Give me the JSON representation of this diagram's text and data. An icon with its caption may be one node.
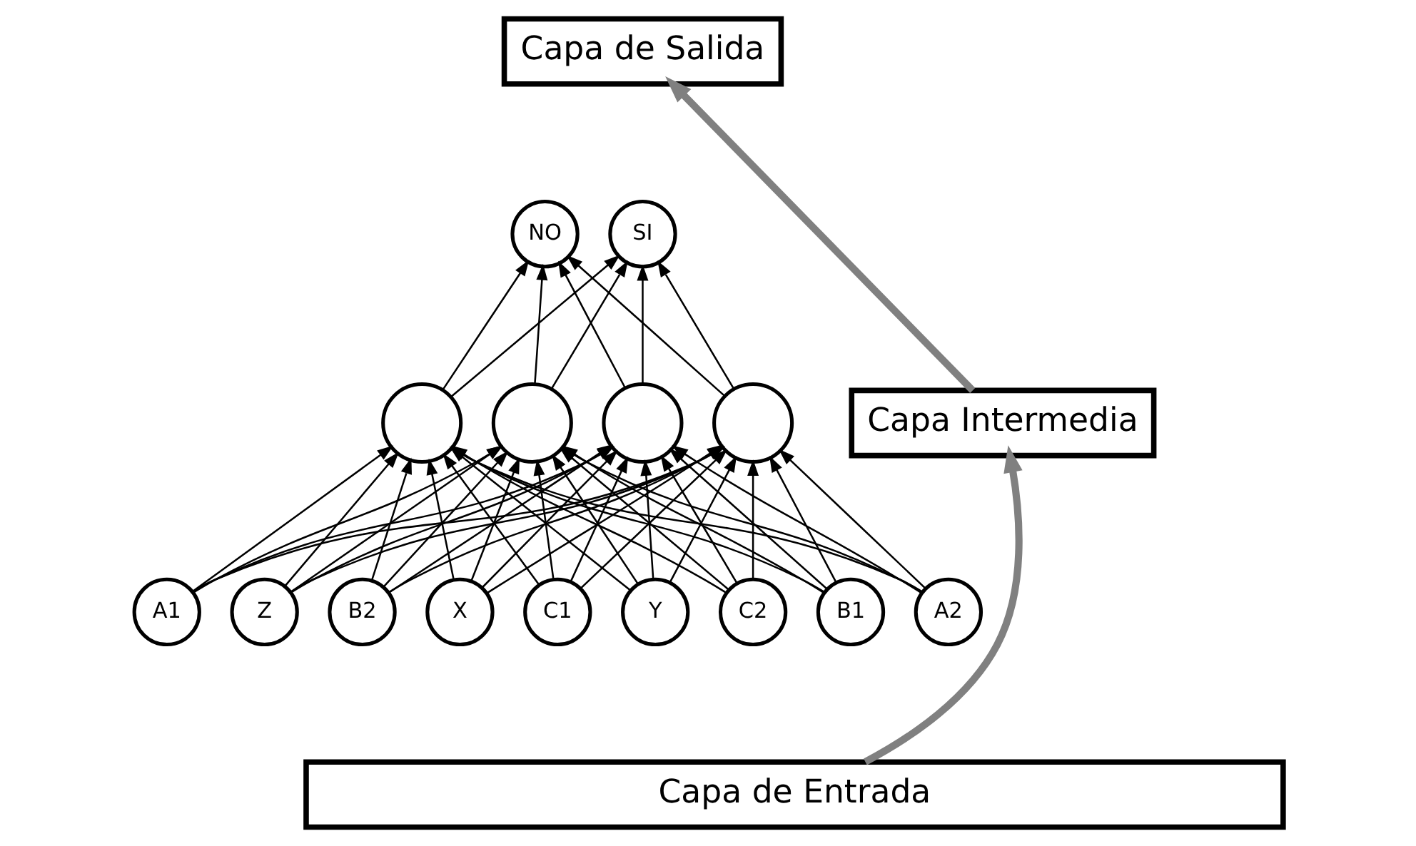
{
  "diagram": {
    "nodes": [
      {
        "text": [
          "Capa de Salida"
        ]
      },
      {
        "text": [
          "SI"
        ]
      },
      {
        "text": [
          "NO"
        ]
      },
      {
        "text": [
          "Capa Intermedia"
        ]
      },
      {
        "text": [],
        "shape": "circle"
      },
      {
        "text": [],
        "shape": "circle"
      },
      {
        "text": [],
        "shape": "circle"
      },
      {
        "text": [],
        "shape": "circle"
      },
      {
        "text": [
          "A1"
        ]
      },
      {
        "text": [
          "Z"
        ]
      },
      {
        "text": [
          "B2"
        ]
      },
      {
        "text": [
          "X"
        ]
      },
      {
        "text": [
          "C1"
        ]
      },
      {
        "text": [
          "Y"
        ]
      },
      {
        "text": [
          "C2"
        ]
      },
      {
        "text": [
          "B1"
        ]
      },
      {
        "text": [
          "A2"
        ]
      },
      {
        "text": [
          "Capa de Entrada"
        ]
      }
    ],
    "edges": [
      {
        "from": 8,
        "to": 4,
        "arrow": "to"
      },
      {
        "from": 8,
        "to": 5,
        "arrow": "to"
      },
      {
        "from": 8,
        "to": 6,
        "arrow": "to"
      },
      {
        "from": 8,
        "to": 7,
        "arrow": "to"
      },
      {
        "from": 9,
        "to": 4,
        "arrow": "to"
      },
      {
        "from": 9,
        "to": 5,
        "arrow": "to"
      },
      {
        "from": 9,
        "to": 6,
        "arrow": "to"
      },
      {
        "from": 9,
        "to": 7,
        "arrow": "to"
      },
      {
        "from": 10,
        "to": 4,
        "arrow": "to"
      },
      {
        "from": 10,
        "to": 5,
        "arrow": "to"
      },
      {
        "from": 10,
        "to": 6,
        "arrow": "to"
      },
      {
        "from": 10,
        "to": 7,
        "arrow": "to"
      },
      {
        "from": 11,
        "to": 4,
        "arrow": "to"
      },
      {
        "from": 11,
        "to": 5,
        "arrow": "to"
      },
      {
        "from": 11,
        "to": 6,
        "arrow": "to"
      },
      {
        "from": 11,
        "to": 7,
        "arrow": "to"
      },
      {
        "from": 12,
        "to": 4,
        "arrow": "to"
      },
      {
        "from": 12,
        "to": 5,
        "arrow": "to"
      },
      {
        "from": 12,
        "to": 6,
        "arrow": "to"
      },
      {
        "from": 12,
        "to": 7,
        "arrow": "to"
      },
      {
        "from": 13,
        "to": 4,
        "arrow": "to"
      },
      {
        "from": 13,
        "to": 5,
        "arrow": "to"
      },
      {
        "from": 13,
        "to": 6,
        "arrow": "to"
      },
      {
        "from": 13,
        "to": 7,
        "arrow": "to"
      },
      {
        "from": 14,
        "to": 4,
        "arrow": "to"
      },
      {
        "from": 14,
        "to": 5,
        "arrow": "to"
      },
      {
        "from": 14,
        "to": 6,
        "arrow": "to"
      },
      {
        "from": 14,
        "to": 7,
        "arrow": "to"
      },
      {
        "from": 15,
        "to": 4,
        "arrow": "to"
      },
      {
        "from": 15,
        "to": 5,
        "arrow": "to"
      },
      {
        "from": 15,
        "to": 6,
        "arrow": "to"
      },
      {
        "from": 15,
        "to": 7,
        "arrow": "to"
      },
      {
        "from": 16,
        "to": 4,
        "arrow": "to"
      },
      {
        "from": 16,
        "to": 5,
        "arrow": "to"
      },
      {
        "from": 16,
        "to": 6,
        "arrow": "to"
      },
      {
        "from": 16,
        "to": 7,
        "arrow": "to"
      },
      {
        "from": 4,
        "to": 1,
        "arrow": "to"
      },
      {
        "from": 4,
        "to": 2,
        "arrow": "to"
      },
      {
        "from": 5,
        "to": 1,
        "arrow": "to"
      },
      {
        "from": 5,
        "to": 2,
        "arrow": "to"
      },
      {
        "from": 6,
        "to": 1,
        "arrow": "to"
      },
      {
        "from": 6,
        "to": 2,
        "arrow": "to"
      },
      {
        "from": 7,
        "to": 1,
        "arrow": "to"
      },
      {
        "from": 7,
        "to": 2,
        "arrow": "to"
      },
      {
        "from": 17,
        "to": 3,
        "arrow": "to",
        "style": "thick",
        "color": "#808080"
      },
      {
        "from": 3,
        "to": 0,
        "arrow": "to",
        "style": "thick",
        "color": "#808080"
      }
    ]
  }
}
